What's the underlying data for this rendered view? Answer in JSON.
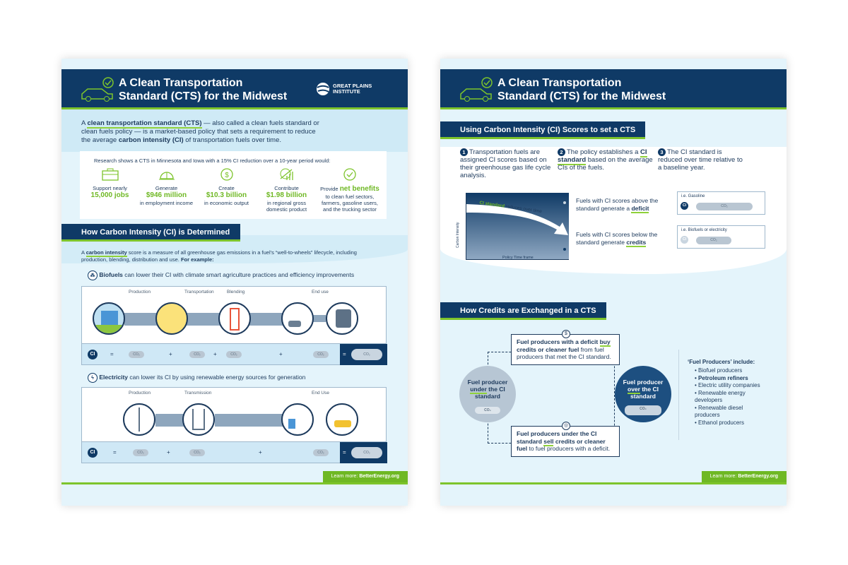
{
  "header": {
    "title_line1": "A Clean Transportation",
    "title_line2": "Standard (CTS) for the Midwest",
    "logo_line1": "GREAT PLAINS",
    "logo_line2": "INSTITUTE"
  },
  "page1": {
    "intro": {
      "pre": "A ",
      "term": "clean transportation standard (CTS)",
      "mid": " — also called a clean fuels standard or clean fuels policy — is a market-based policy that sets a requirement to reduce the average ",
      "term2": "carbon intensity (CI)",
      "post": " of transportation fuels over time."
    },
    "research": "Research shows a CTS in Minnesota and Iowa with a 15% CI reduction over a 10-year period would:",
    "stats": [
      {
        "pre": "Support nearly",
        "value": "15,000 jobs",
        "post": ""
      },
      {
        "pre": "Generate",
        "value": "$946 million",
        "post": "in employment income"
      },
      {
        "pre": "Create",
        "value": "$10.3 billion",
        "post": "in economic output"
      },
      {
        "pre": "Contribute",
        "value": "$1.98 billion",
        "post": "in regional gross domestic product"
      },
      {
        "pre": "Provide",
        "value": "net benefits",
        "post": "to clean fuel sectors, farmers, gasoline users, and the trucking sector"
      }
    ],
    "section_title": "How Carbon Intensity (CI) is Determined",
    "ci_para": {
      "pre": "A ",
      "term": "carbon intensity",
      "mid": " score is a measure of all greenhouse gas emissions in a fuel's “well-to-wheels” lifecycle, including production, blending, distribution and use. ",
      "bold": "For example:"
    },
    "biofuels": {
      "bold": "Biofuels",
      "text": " can lower their CI with climate smart agriculture practices and  efficiency improvements",
      "labels": [
        "Production",
        "Transportation",
        "Blending",
        "End use"
      ]
    },
    "electricity": {
      "bold": "Electricity",
      "text": " can lower its CI by using renewable energy sources for generation",
      "labels": [
        "Production",
        "Transmission",
        "End Use"
      ]
    },
    "ci": "CI",
    "co2": "CO₂",
    "eq": "=",
    "plus": "+",
    "footer": {
      "pre": "Learn more: ",
      "link": "BetterEnergy.org"
    }
  },
  "page2": {
    "section1": "Using Carbon Intensity (CI) Scores to set a CTS",
    "steps": [
      {
        "n": "1",
        "text": "Transportation fuels are assigned CI scores based on their greenhouse gas life cycle analysis."
      },
      {
        "n": "2",
        "pre": "The policy establishes a ",
        "term": "CI standard",
        "post": " based on the average CIs of the fuels."
      },
      {
        "n": "3",
        "text": "The CI standard is reduced over time relative to a baseline year."
      }
    ],
    "chart": {
      "ylabel": "Carbon Intensity",
      "xlabel": "Policy Time frame",
      "arrow_green": "CI standard",
      "arrow_rest": " reduces over time"
    },
    "callout_above": {
      "pre": "Fuels with CI scores above the standard generate a ",
      "term": "deficit"
    },
    "callout_below": {
      "pre": "Fuels with CI scores below the standard generate ",
      "term": "credits"
    },
    "example_high": "i.e. Gasoline",
    "example_low": "i.e. Biofuels or electricity",
    "section2": "How Credits are Exchanged in a CTS",
    "top_box": {
      "b1": "Fuel producers with a deficit ",
      "u": "buy",
      "b2": " credits or cleaner fuel",
      "rest": " from fuel producers that met the CI standard."
    },
    "bottom_box": {
      "b1": "Fuel producers under the CI standard ",
      "u": "sell",
      "b2": " credits or cleaner fuel",
      "rest": " to fuel producers with a deficit."
    },
    "under": {
      "l1": "Fuel producer",
      "u": "under",
      "l2": " the CI standard"
    },
    "over": {
      "l1": "Fuel producer",
      "u": "over",
      "l2": " the CI standard"
    },
    "list_title": "‘Fuel Producers’ include:",
    "list": [
      "Biofuel producers",
      "Petroleum refiners",
      "Electric utility companies",
      "Renewable energy developers",
      "Renewable diesel producers",
      "Ethanol producers"
    ],
    "footer": {
      "pre": "Learn more: ",
      "link": "BetterEnergy.org"
    }
  },
  "colors": {
    "navy": "#0f3a66",
    "green": "#7dc42b",
    "light": "#e4f4fb"
  }
}
